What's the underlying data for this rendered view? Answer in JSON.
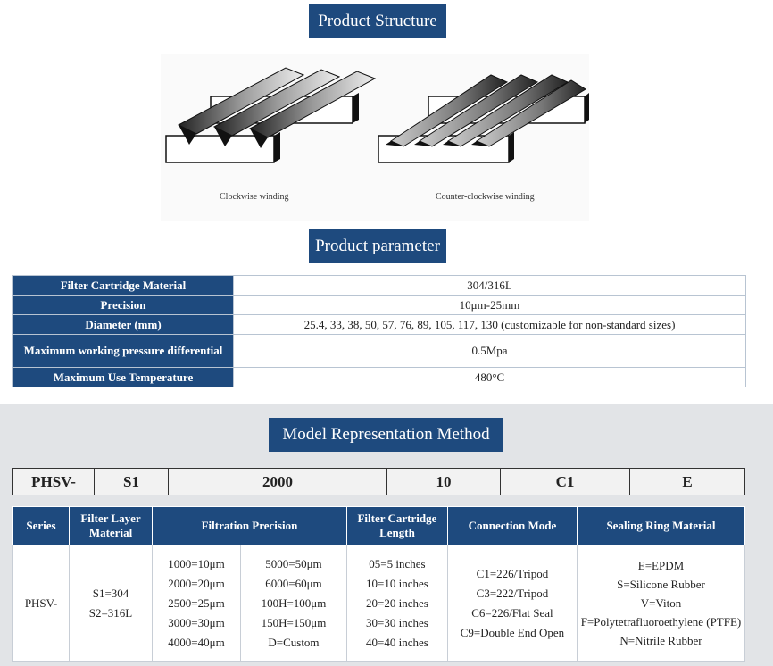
{
  "titles": {
    "structure": "Product Structure",
    "parameter": "Product parameter",
    "model": "Model Representation Method"
  },
  "diagram": {
    "caption_left": "Clockwise winding",
    "caption_right": "Counter-clockwise winding"
  },
  "params": [
    {
      "label": "Filter Cartridge Material",
      "value": "304/316L"
    },
    {
      "label": "Precision",
      "value": "10μm-25mm"
    },
    {
      "label": "Diameter (mm)",
      "value": "25.4, 33, 38, 50, 57, 76, 89, 105, 117, 130 (customizable for non-standard sizes)"
    },
    {
      "label": "Maximum working pressure differential",
      "value": "0.5Mpa"
    },
    {
      "label": "Maximum Use Temperature",
      "value": "480°C"
    }
  ],
  "model_code": [
    "PHSV-",
    "S1",
    "2000",
    "10",
    "C1",
    "E"
  ],
  "spec": {
    "headers": [
      "Series",
      "Filter Layer Material",
      "Filtration Precision",
      "Filter Cartridge Length",
      "Connection Mode",
      "Sealing Ring Material"
    ],
    "series": "PHSV-",
    "materials": [
      "S1=304",
      "S2=316L"
    ],
    "precision_a": [
      "1000=10μm",
      "2000=20μm",
      "2500=25μm",
      "3000=30μm",
      "4000=40μm"
    ],
    "precision_b": [
      "5000=50μm",
      "6000=60μm",
      "100H=100μm",
      "150H=150μm",
      "D=Custom"
    ],
    "lengths": [
      "05=5 inches",
      "10=10 inches",
      "20=20 inches",
      "30=30 inches",
      "40=40 inches"
    ],
    "connections": [
      "C1=226/Tripod",
      "C3=222/Tripod",
      "C6=226/Flat Seal",
      "C9=Double End Open"
    ],
    "seals": [
      "E=EPDM",
      "S=Silicone Rubber",
      "V=Viton",
      "F=Polytetrafluoroethylene (PTFE)",
      "N=Nitrile Rubber"
    ]
  }
}
